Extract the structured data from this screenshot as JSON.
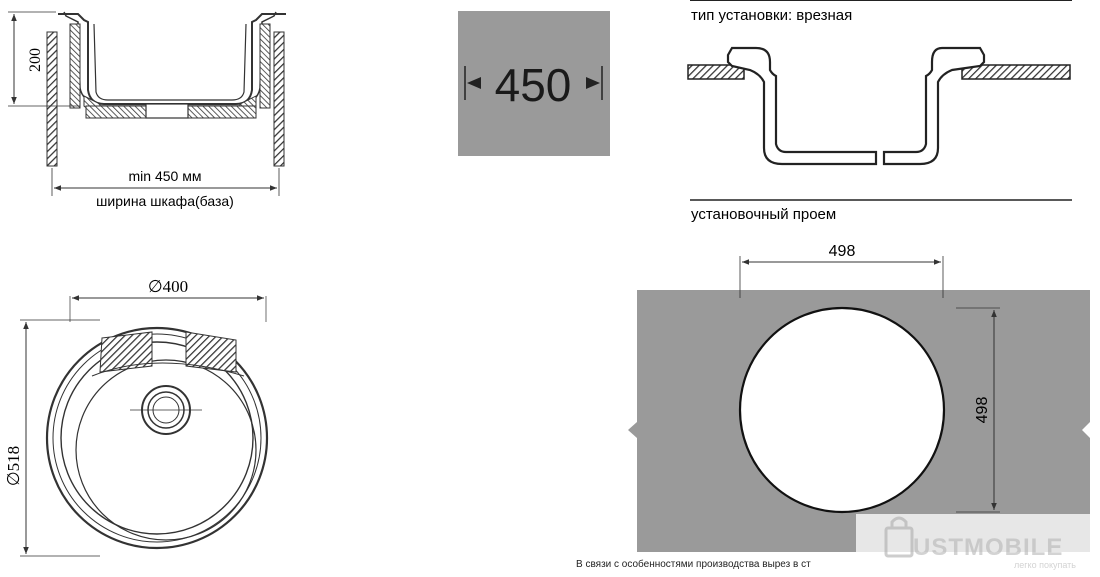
{
  "section_view": {
    "height_label": "200",
    "min_width_label": "min 450 мм",
    "cabinet_label": "ширина шкафа(база)"
  },
  "plan_view": {
    "inner_diameter_label": "∅400",
    "outer_diameter_label": "∅518"
  },
  "cabinet_badge": {
    "value": "450"
  },
  "install_type": {
    "title": "тип установки: врезная"
  },
  "cutout": {
    "title": "установочный проем",
    "width_label": "498",
    "height_label": "498"
  },
  "footnote": {
    "text": "В связи с особенностями производства вырез в ст"
  },
  "watermark": {
    "brand": "USTMOBILE",
    "tagline": "легко покупать"
  }
}
